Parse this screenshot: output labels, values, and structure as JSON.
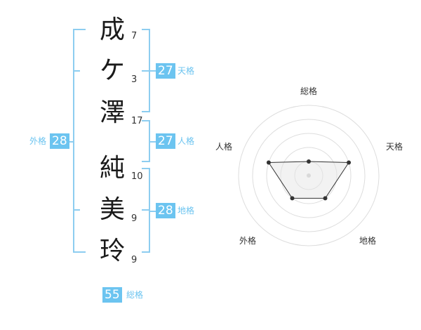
{
  "name_chars": [
    {
      "char": "成",
      "strokes": "7"
    },
    {
      "char": "ケ",
      "strokes": "3"
    },
    {
      "char": "澤",
      "strokes": "17"
    },
    {
      "char": "純",
      "strokes": "10"
    },
    {
      "char": "美",
      "strokes": "9"
    },
    {
      "char": "玲",
      "strokes": "9"
    }
  ],
  "kaku": {
    "tenkaku": {
      "value": "27",
      "label": "天格"
    },
    "jinkaku": {
      "value": "27",
      "label": "人格"
    },
    "chikaku": {
      "value": "28",
      "label": "地格"
    },
    "gaikaku": {
      "value": "28",
      "label": "外格"
    },
    "soukaku": {
      "value": "55",
      "label": "総格"
    }
  },
  "radar": {
    "axis_labels": [
      "総格",
      "天格",
      "地格",
      "外格",
      "人格"
    ],
    "scores": [
      1,
      3,
      2,
      2,
      3
    ],
    "max": 5,
    "line_color": "#333333",
    "fill_color": "#e6e6e6"
  }
}
